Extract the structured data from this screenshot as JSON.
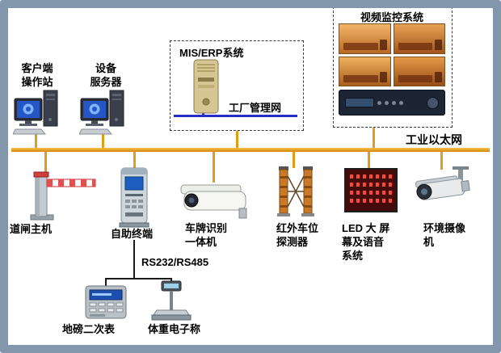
{
  "colors": {
    "frame": "#8296ac",
    "ethernet_bus": "#e39c17",
    "factory_net_line": "#2230c8",
    "led_dot": "#ff4838"
  },
  "diagram": {
    "ethernet_label": "工业以太网",
    "serial_label": "RS232/RS485",
    "client": {
      "line1": "客户端",
      "line2": "操作站"
    },
    "server": {
      "line1": "设备",
      "line2": "服务器"
    },
    "mis": {
      "title": "MIS/ERP系统",
      "net_label": "工厂管理网"
    },
    "video": {
      "title": "视频监控系统"
    },
    "barrier": {
      "label": "道闸主机"
    },
    "kiosk": {
      "label": "自助终端"
    },
    "lpr": {
      "line1": "车牌识别",
      "line2": "一体机"
    },
    "infrared": {
      "line1": "红外车位",
      "line2": "探测器"
    },
    "led": {
      "line1": "LED 大 屏",
      "line2": "幕及语音",
      "line3": "系统"
    },
    "envcam": {
      "line1": "环境摄像",
      "line2": "机"
    },
    "weighbridge": {
      "label": "地磅二次表"
    },
    "scale": {
      "label": "体重电子称"
    }
  }
}
